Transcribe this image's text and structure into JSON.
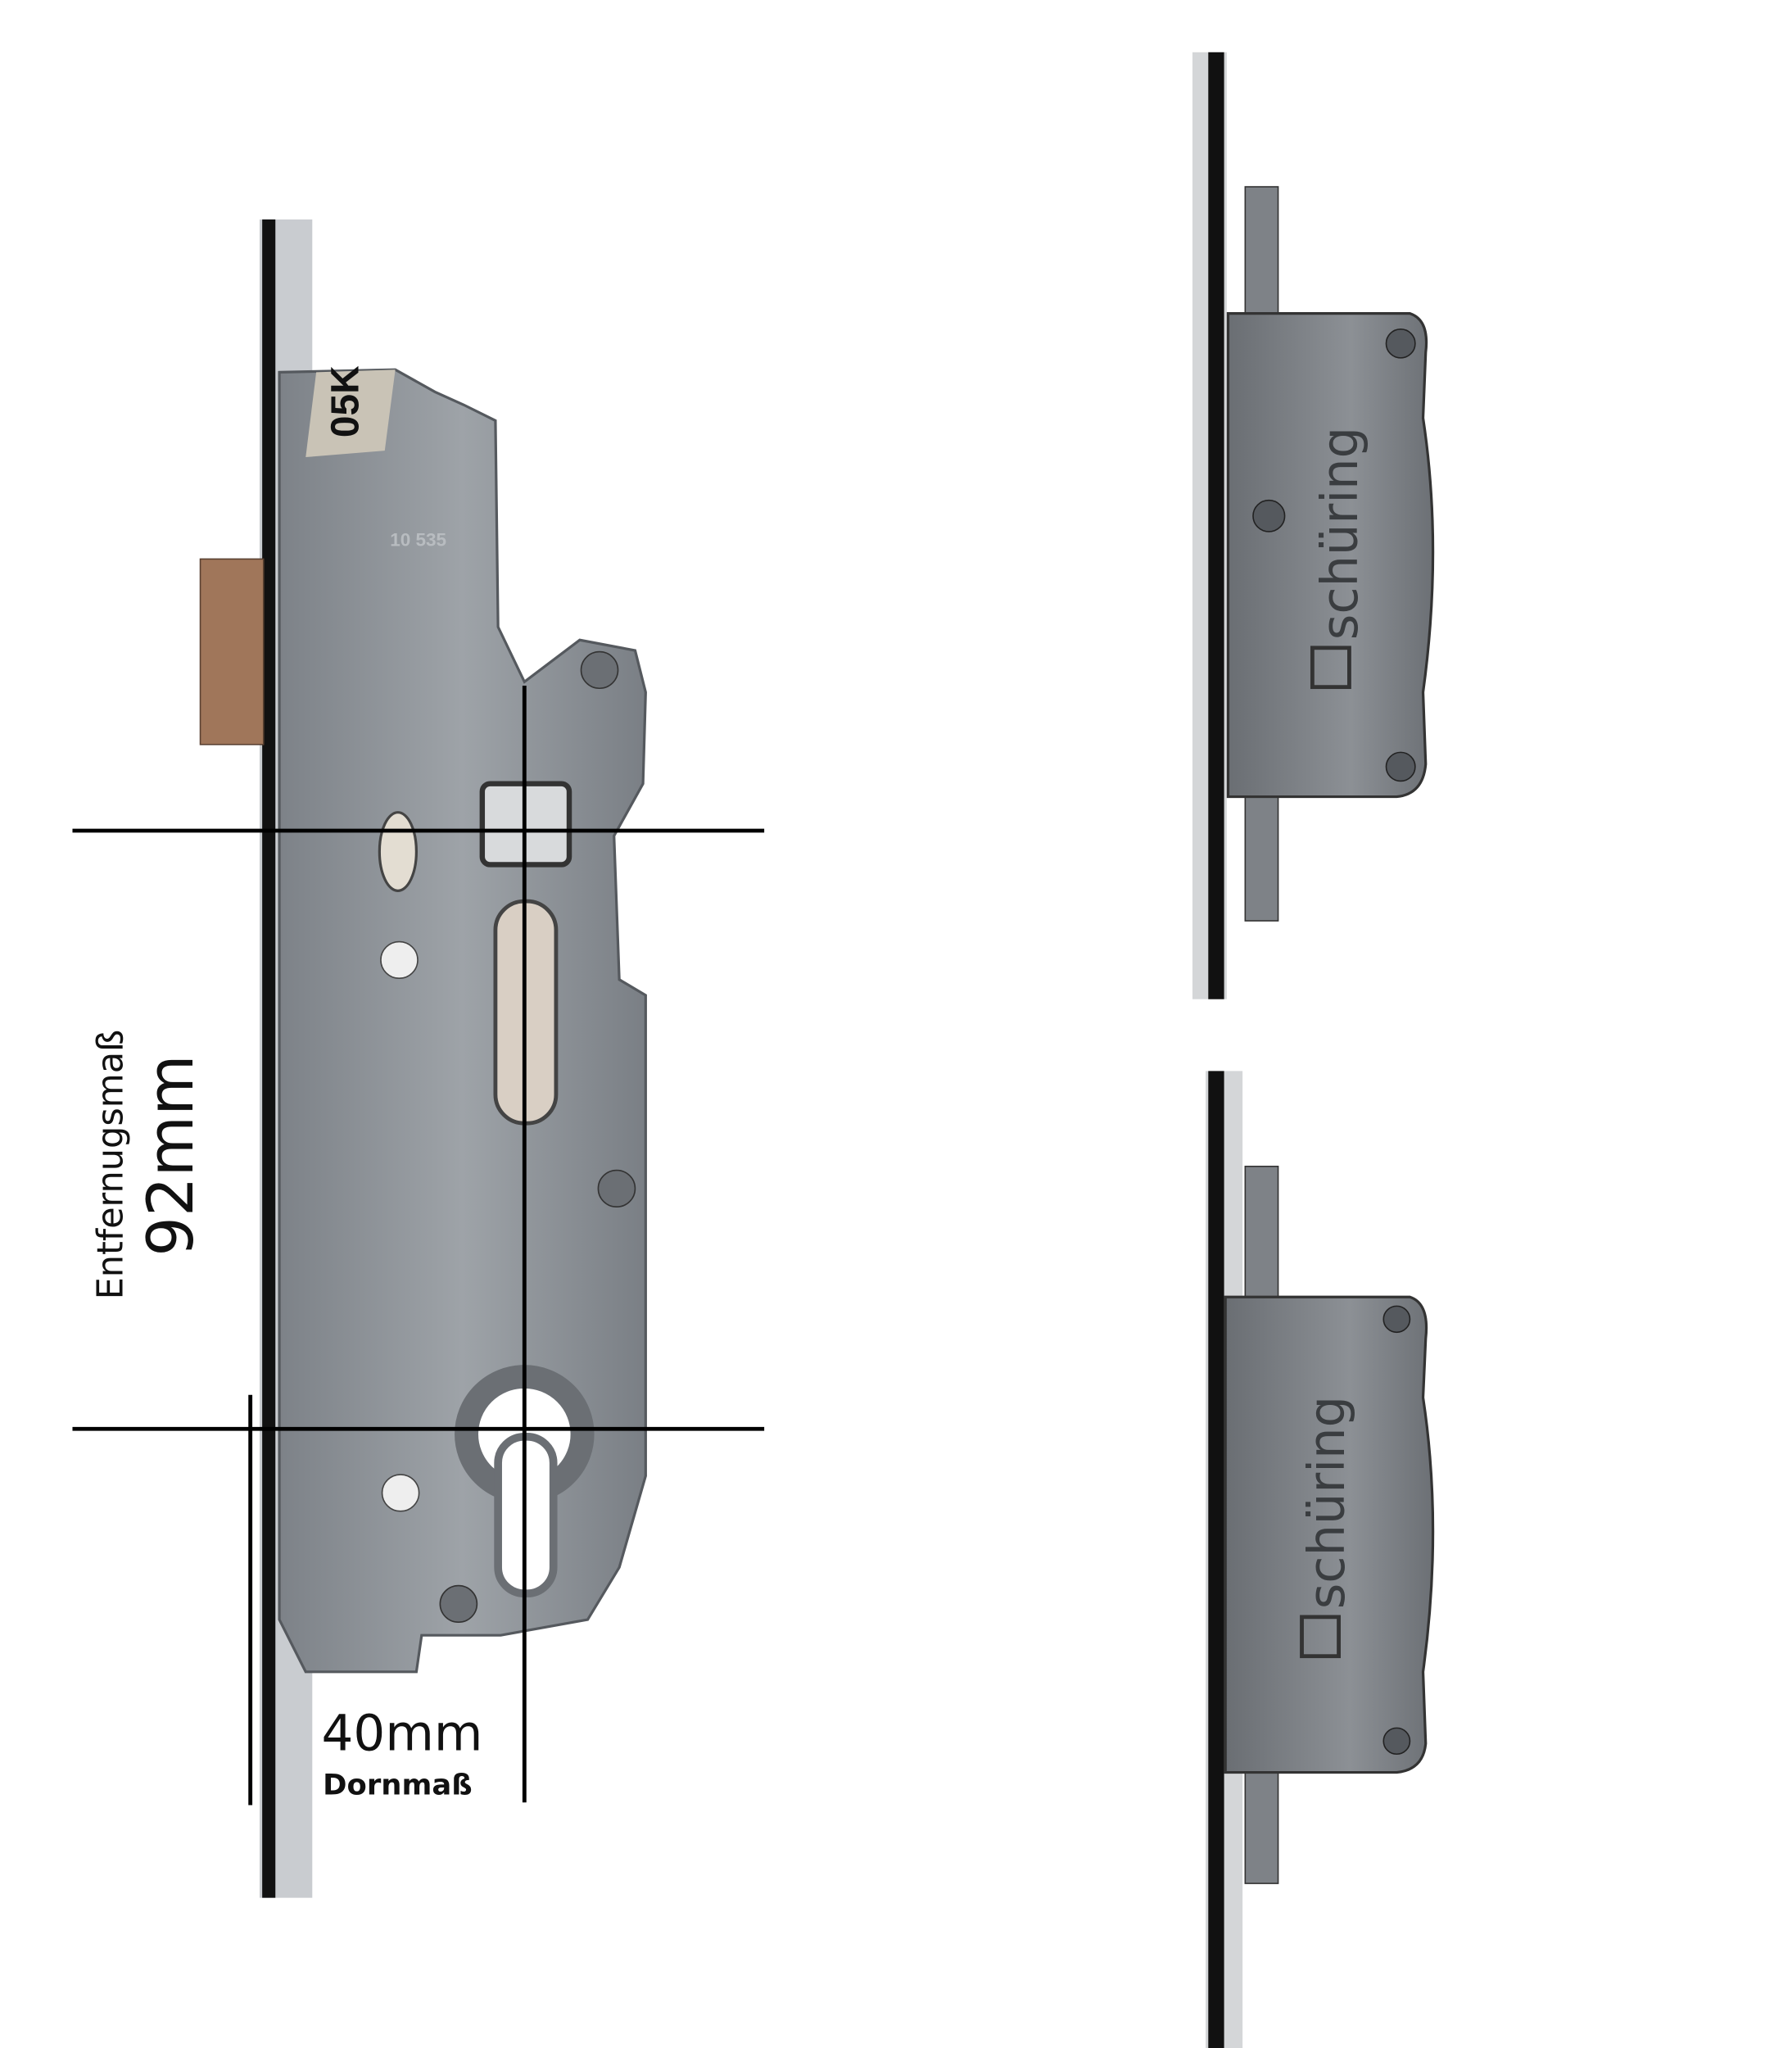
{
  "annotations": {
    "distance_label": "Entfernugsmaß",
    "distance_value": "92mm",
    "backset_value": "40mm",
    "backset_label": "Dornmaß"
  },
  "lock_markings": {
    "label_tag": "05K",
    "stamp": "10 535"
  },
  "keepers": [
    {
      "brand": "schüring"
    },
    {
      "brand": "schüring"
    }
  ],
  "colors": {
    "metal": "#8e9399",
    "metal_dark": "#5f6368",
    "faceplate": "#1a1a1a",
    "bolt": "#a0765a",
    "line": "#000000"
  }
}
